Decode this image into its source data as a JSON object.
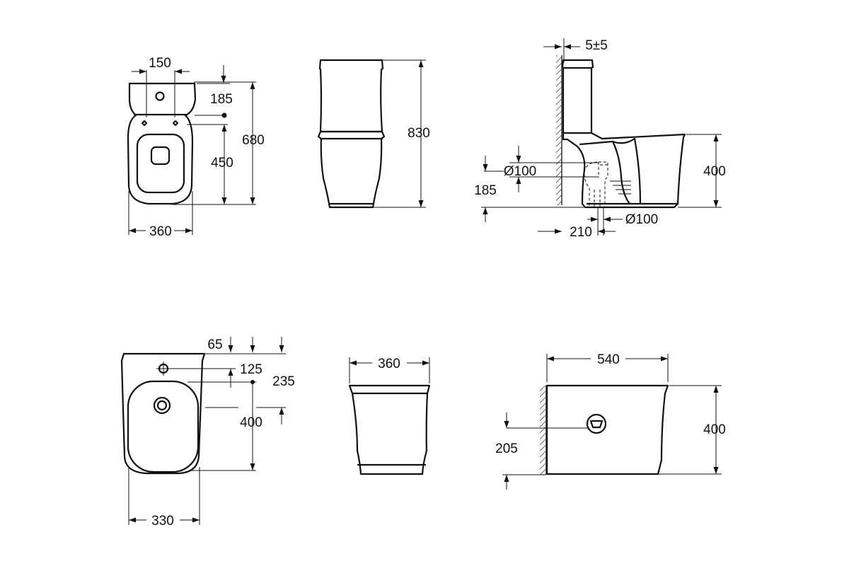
{
  "dimensions": {
    "top_view_width_150": "150",
    "top_view_hole_185": "185",
    "top_view_length_680": "680",
    "top_view_450": "450",
    "top_view_width_360": "360",
    "front_height_830": "830",
    "side_offset": "5±5",
    "side_pipe_dia_1": "Ø100",
    "side_185": "185",
    "side_pipe_dia_2": "Ø100",
    "side_210": "210",
    "side_height_400": "400",
    "bidet_65": "65",
    "bidet_125": "125",
    "bidet_235": "235",
    "bidet_400": "400",
    "bidet_width_330": "330",
    "bidet_front_width_360": "360",
    "bidet_side_length_540": "540",
    "bidet_side_205": "205",
    "bidet_side_height_400": "400"
  }
}
